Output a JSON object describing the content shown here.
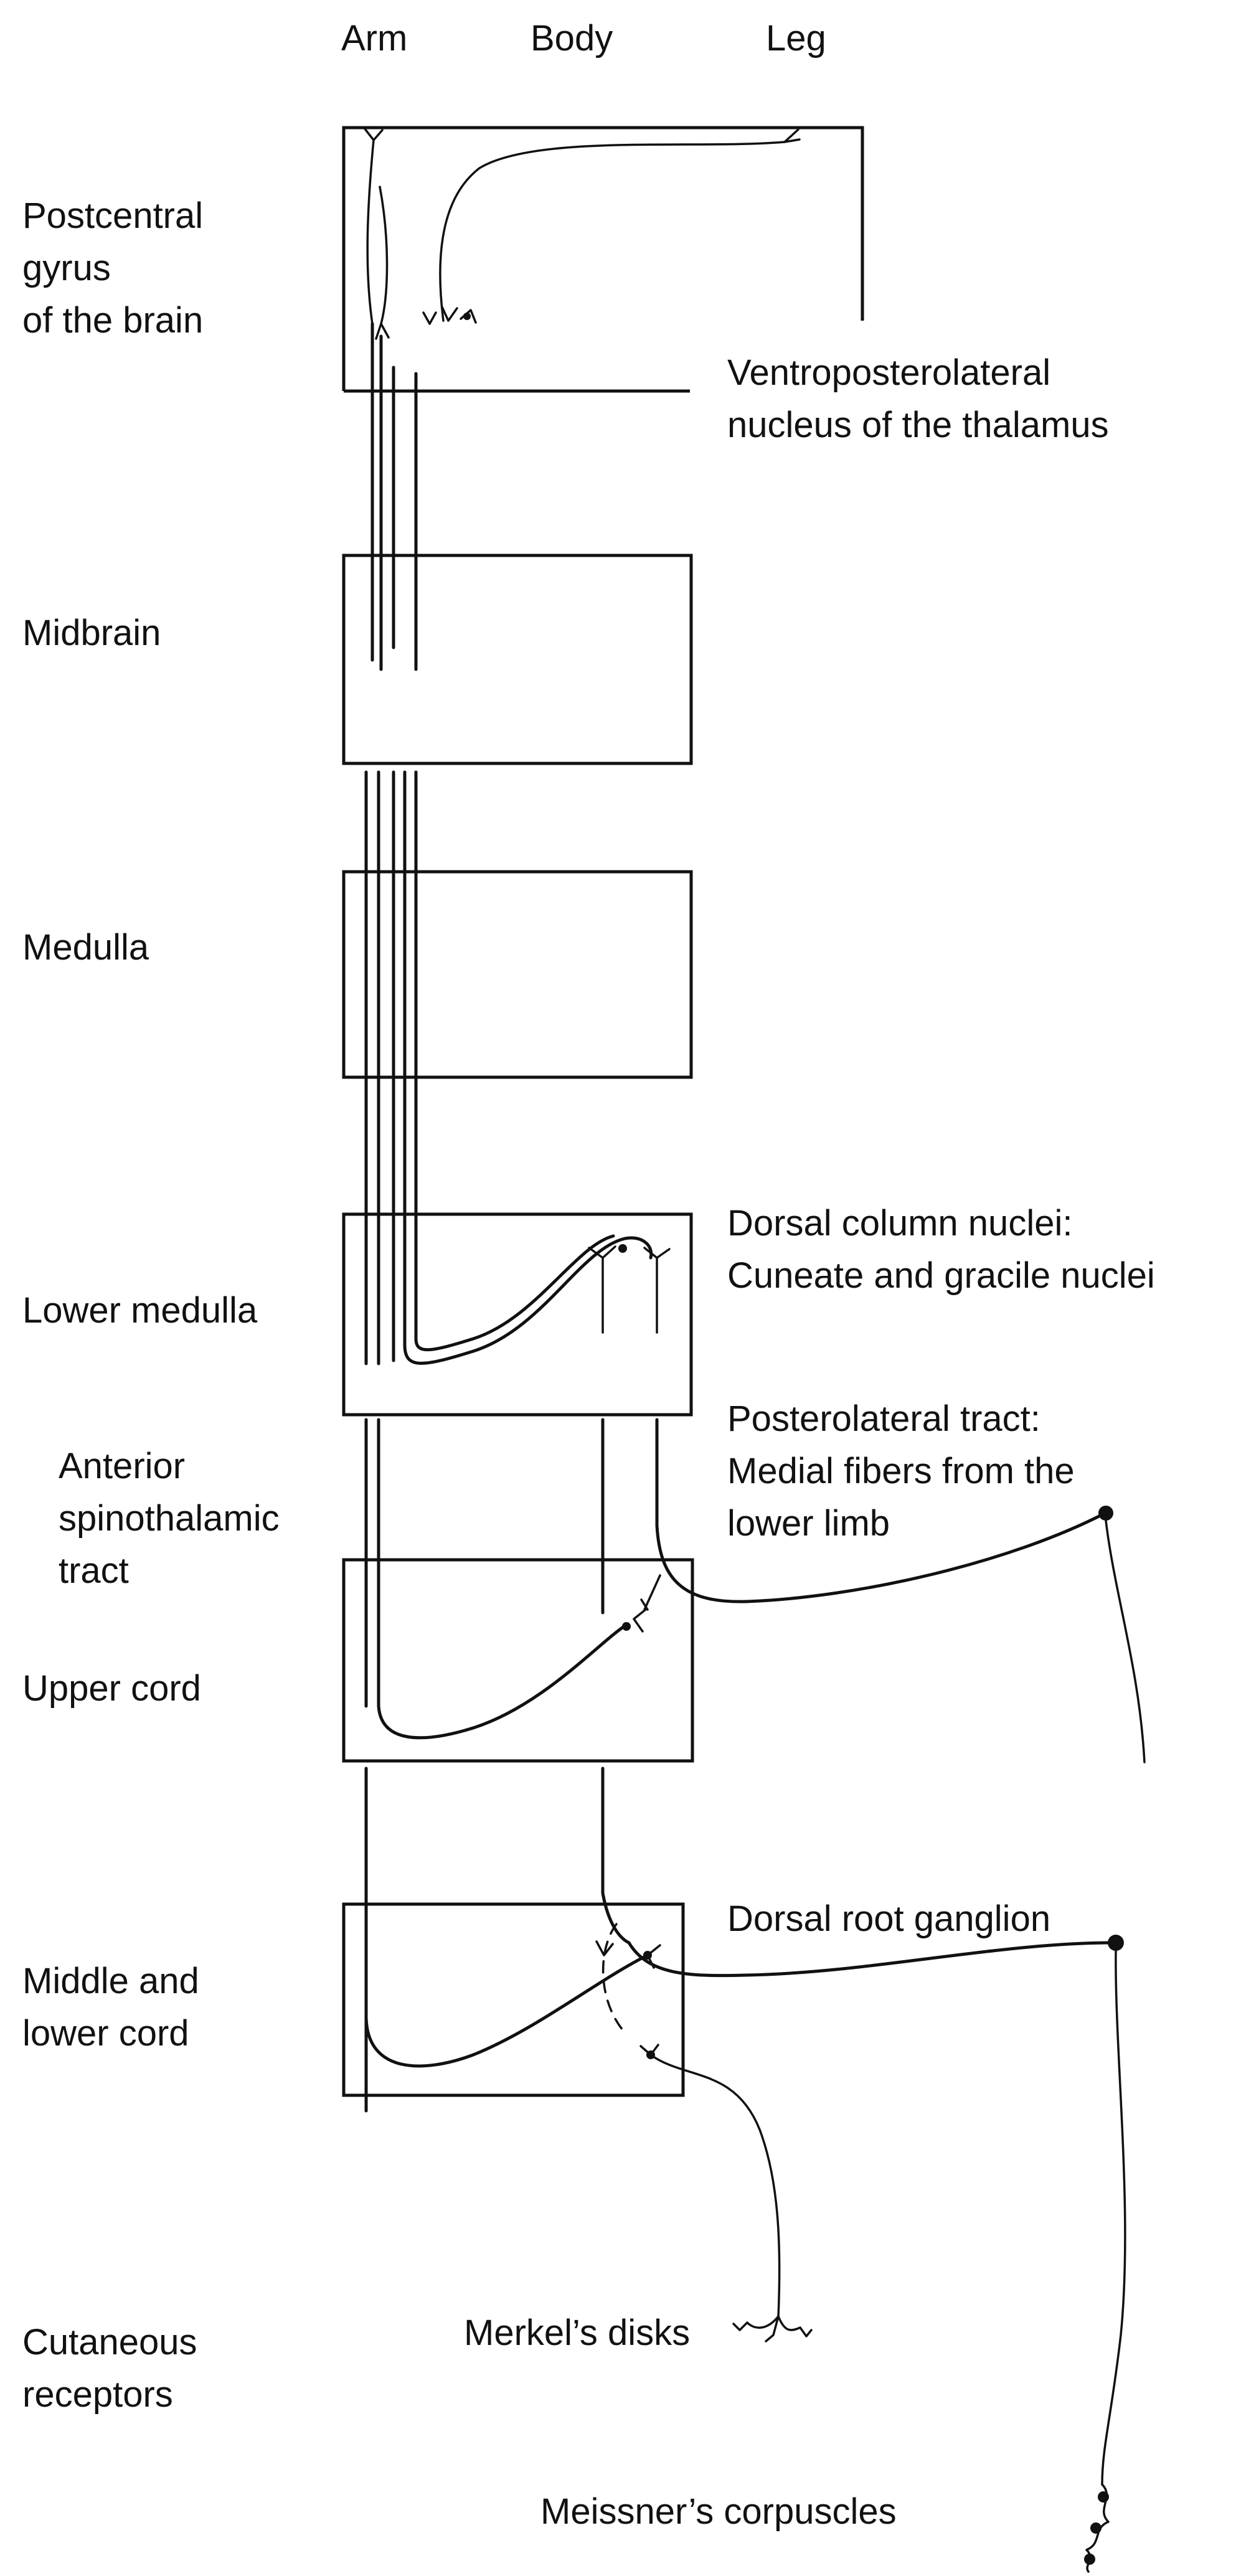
{
  "columns": {
    "arm": "Arm",
    "body": "Body",
    "leg": "Leg"
  },
  "levels": {
    "postcentral": "Postcentral\ngyrus\nof the brain",
    "midbrain": "Midbrain",
    "medulla": "Medulla",
    "lower_medulla": "Lower medulla",
    "upper_cord": "Upper cord",
    "middle_lower_cord": "Middle and\nlower cord",
    "cutaneous": "Cutaneous\nreceptors"
  },
  "annotations": {
    "thalamus": "Ventroposterolateral\nnucleus of the thalamus",
    "dorsal_column_nuclei": "Dorsal column nuclei:\nCuneate and gracile nuclei",
    "posterolateral_tract": "Posterolateral tract:\nMedial fibers from the\nlower limb",
    "anterior_spinothalamic": "Anterior\nspinothalamic\ntract",
    "dorsal_root_ganglion": "Dorsal root ganglion",
    "merkel": "Merkel’s disks",
    "meissner": "Meissner’s corpuscles"
  }
}
